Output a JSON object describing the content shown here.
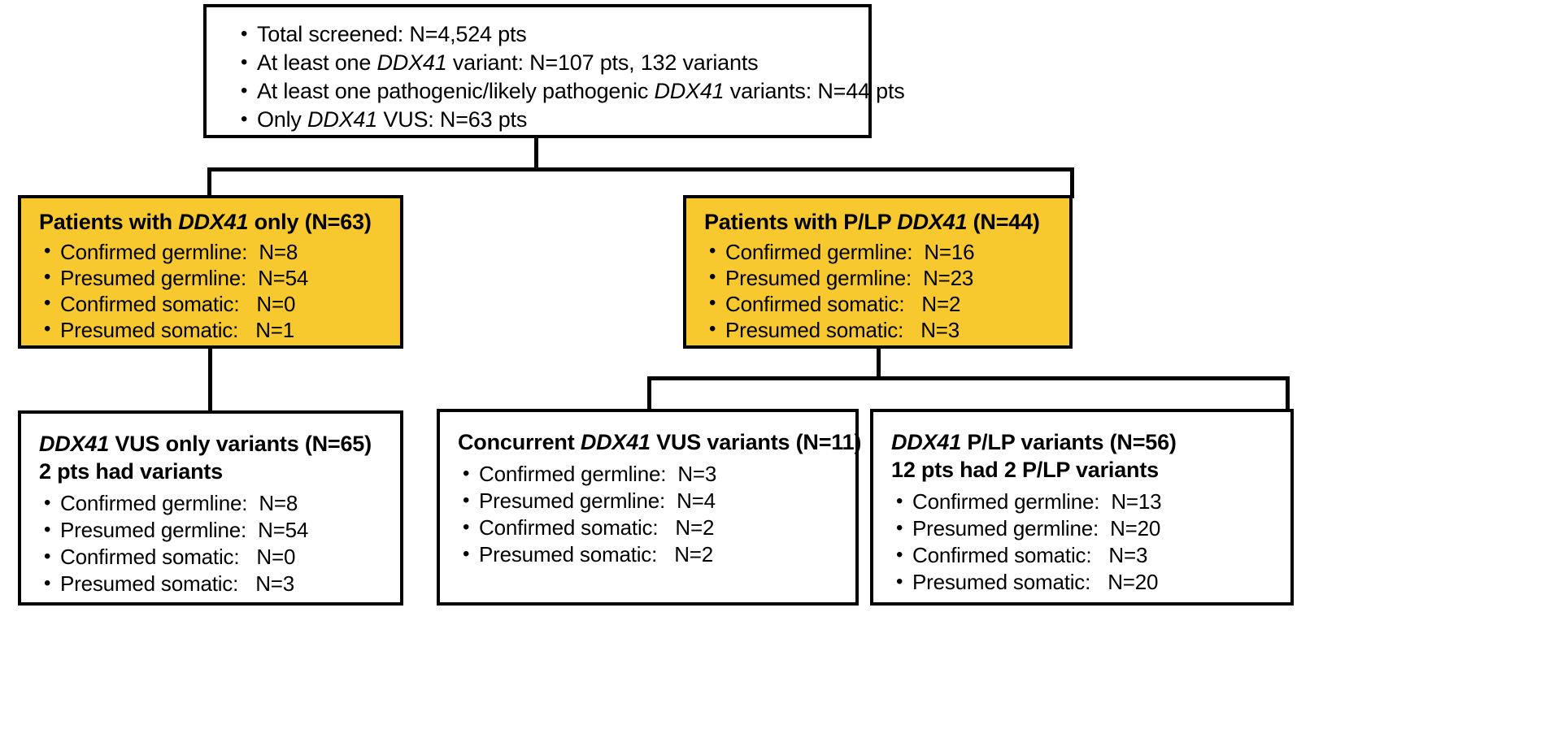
{
  "diagram": {
    "title": "DDX41 variant screening flow diagram",
    "colors": {
      "highlight": "#F8C92E",
      "border": "#000000",
      "background": "#FFFFFF"
    },
    "top_box": {
      "bullets": [
        {
          "pre": "Total screened: N=4,524 pts",
          "italic": "",
          "post": ""
        },
        {
          "pre": "At least one ",
          "italic": "DDX41",
          "post": " variant: N=107 pts, 132 variants"
        },
        {
          "pre": "At least one pathogenic/likely pathogenic ",
          "italic": "DDX41",
          "post": " variants: N=44 pts"
        },
        {
          "pre": "Only ",
          "italic": "DDX41",
          "post": " VUS: N=63 pts"
        }
      ]
    },
    "left_yellow": {
      "title": {
        "pre": "Patients with ",
        "italic": "DDX41",
        "post": " only (N=63)"
      },
      "bullets": [
        "Confirmed germline:  N=8",
        "Presumed germline:  N=54",
        "Confirmed somatic:   N=0",
        "Presumed somatic:   N=1"
      ]
    },
    "right_yellow": {
      "title": {
        "pre": "Patients with P/LP ",
        "italic": "DDX41",
        "post": " (N=44)"
      },
      "bullets": [
        "Confirmed germline:  N=16",
        "Presumed germline:  N=23",
        "Confirmed somatic:   N=2",
        "Presumed somatic:   N=3"
      ]
    },
    "bottom_left": {
      "title": {
        "pre": "",
        "italic": "DDX41",
        "post": " VUS only variants (N=65)"
      },
      "subtitle": "2 pts had variants",
      "bullets": [
        "Confirmed germline:  N=8",
        "Presumed germline:  N=54",
        "Confirmed somatic:   N=0",
        "Presumed somatic:   N=3"
      ]
    },
    "bottom_middle": {
      "title": {
        "pre": "Concurrent ",
        "italic": "DDX41",
        "post": " VUS variants (N=11)"
      },
      "subtitle": "",
      "bullets": [
        "Confirmed germline:  N=3",
        "Presumed germline:  N=4",
        "Confirmed somatic:   N=2",
        "Presumed somatic:   N=2"
      ]
    },
    "bottom_right": {
      "title": {
        "pre": "",
        "italic": "DDX41",
        "post": " P/LP variants (N=56)"
      },
      "subtitle": "12 pts had 2 P/LP variants",
      "bullets": [
        "Confirmed germline:  N=13",
        "Presumed germline:  N=20",
        "Confirmed somatic:   N=3",
        "Presumed somatic:   N=20"
      ]
    }
  }
}
